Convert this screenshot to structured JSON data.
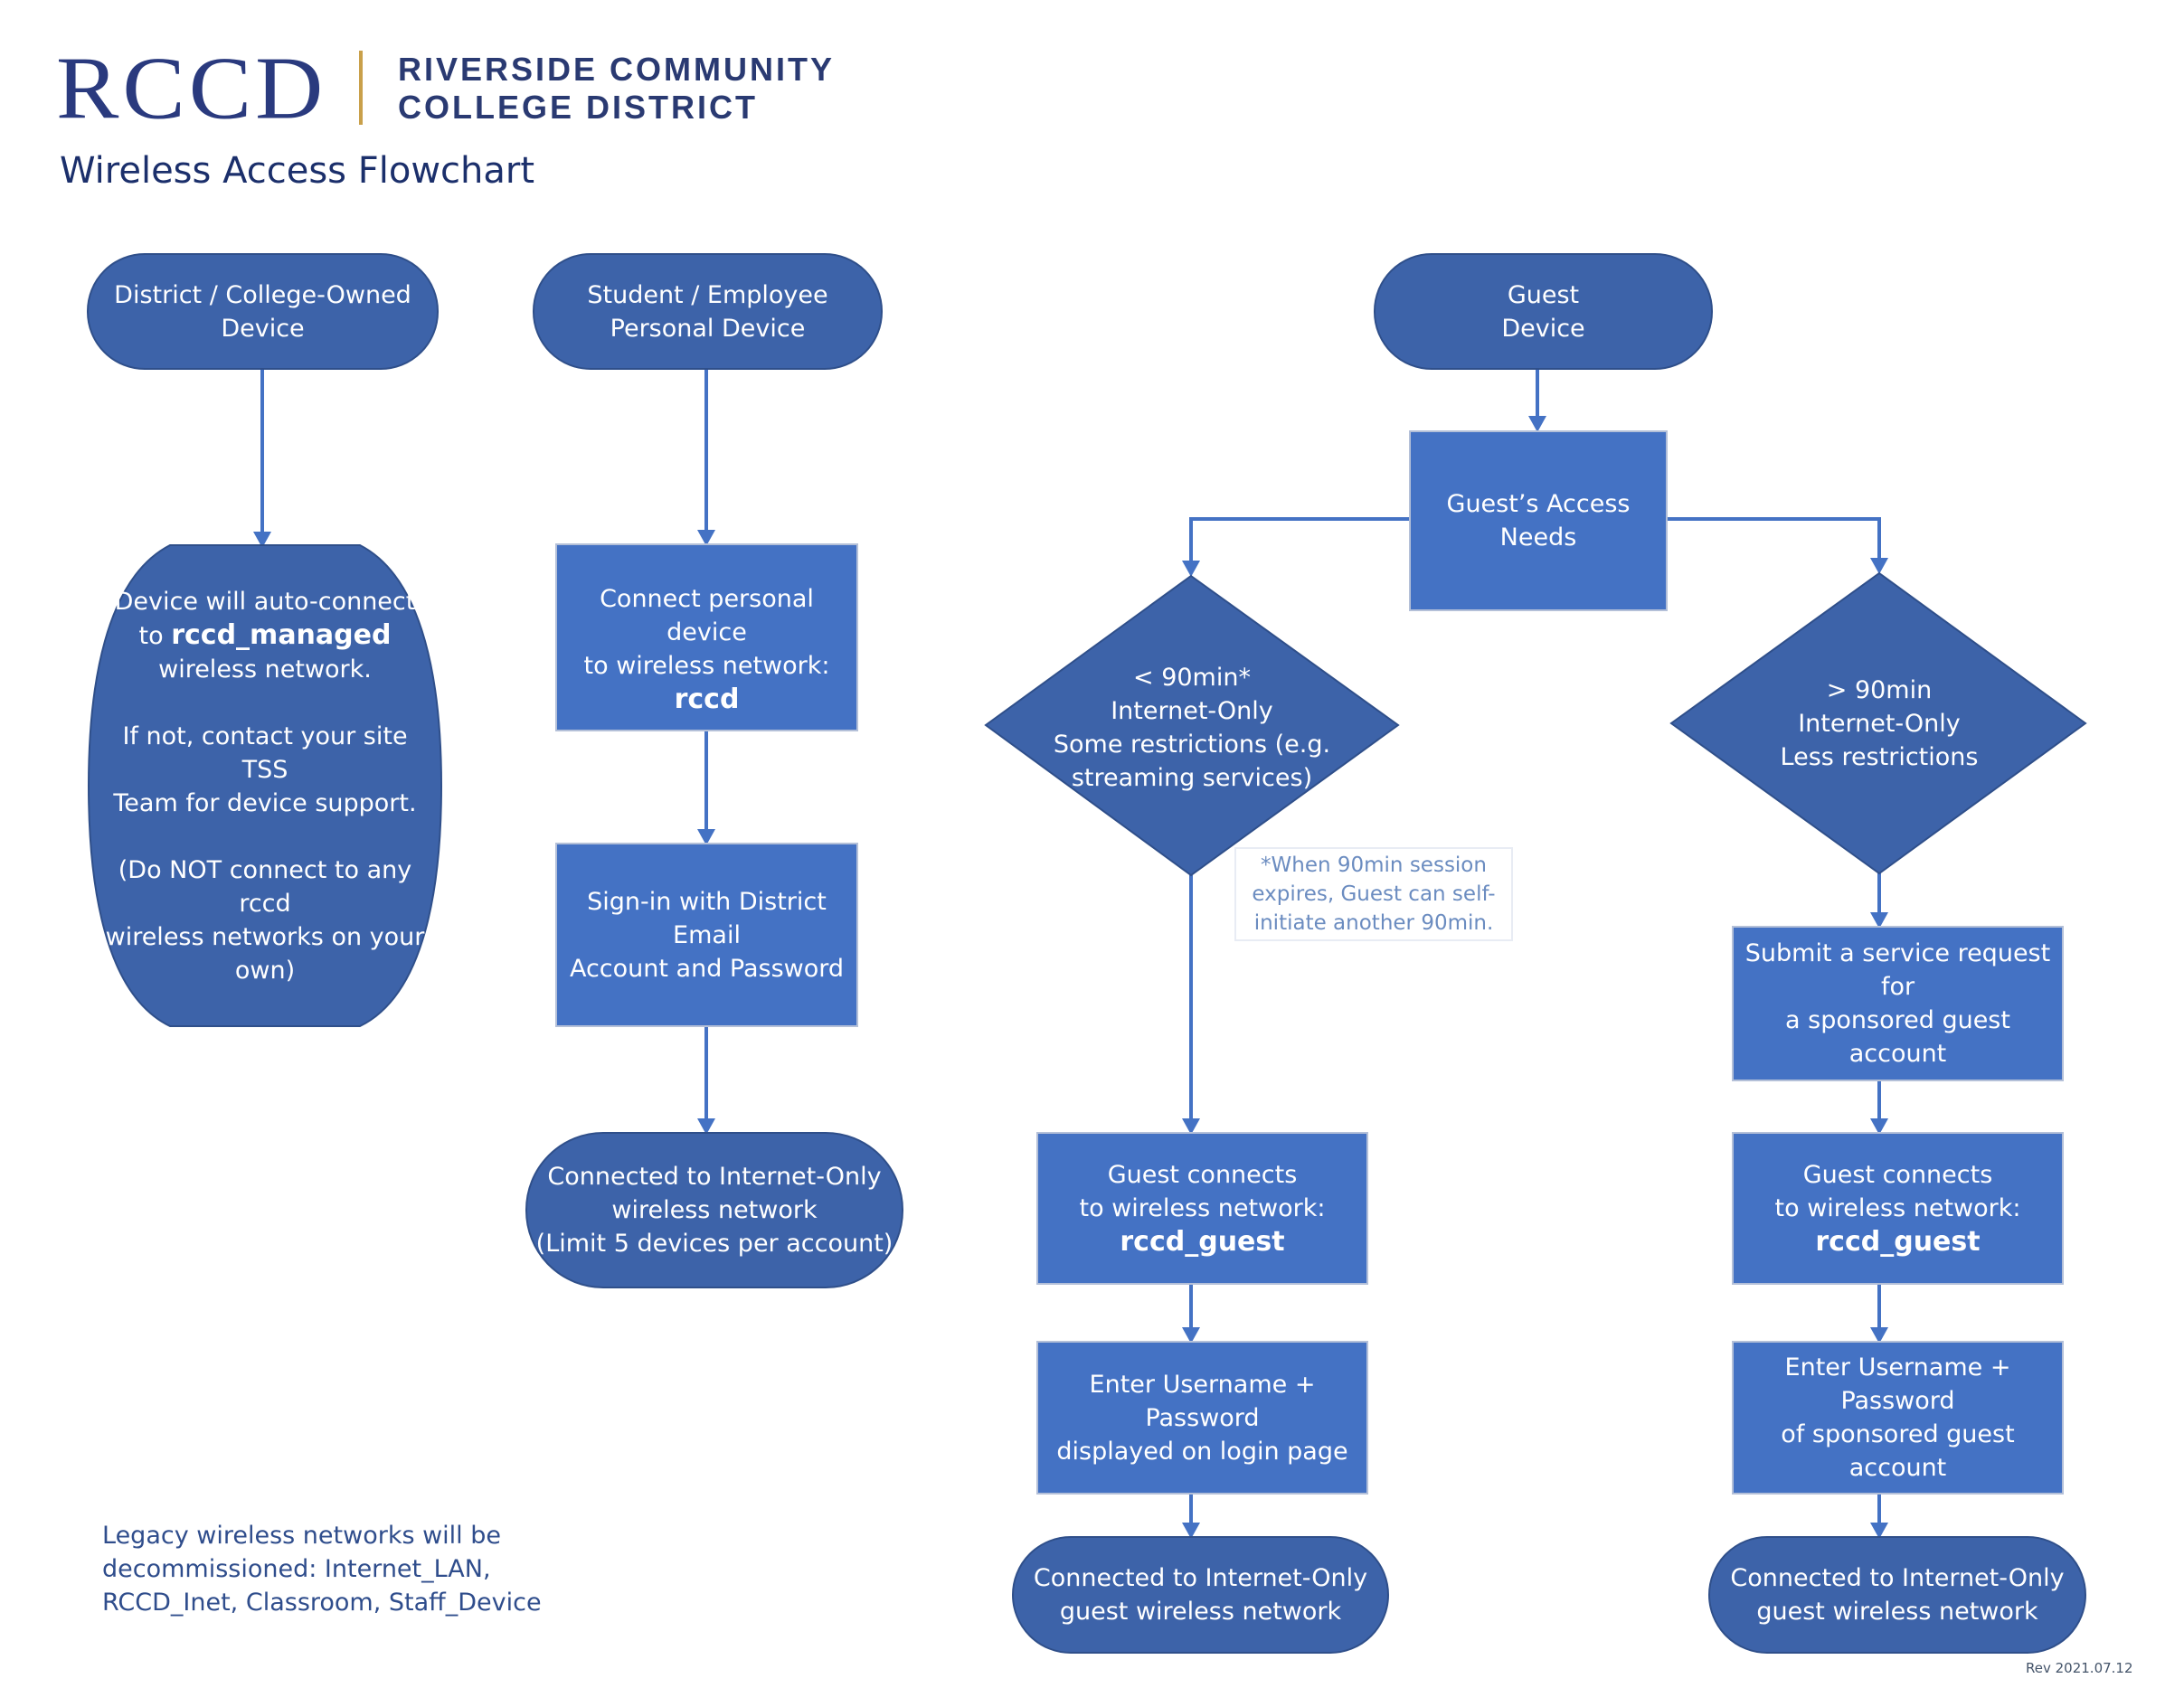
{
  "header": {
    "logo_mark": "RCCD",
    "org_name_line1": "RIVERSIDE COMMUNITY",
    "org_name_line2": "COLLEGE DISTRICT",
    "title": "Wireless Access Flowchart"
  },
  "colors": {
    "terminator_fill": "#3d63a9",
    "process_fill": "#4472c4",
    "connector": "#4472c4",
    "logo_navy": "#2a3a7e",
    "logo_gold": "#c9a04a",
    "footnote_text": "#6b8cc0",
    "note_text": "#2f4d8c"
  },
  "flow": {
    "owned": {
      "start": [
        "District / College-Owned",
        "Device"
      ],
      "result": {
        "line1": "Device will auto-connect",
        "line2_prefix": "to ",
        "line2_bold": "rccd_managed",
        "line3": "wireless network.",
        "line4": "If not, contact your site TSS",
        "line5": "Team for device support.",
        "line6": "(Do NOT connect to any rccd",
        "line7": "wireless networks on your",
        "line8": "own)"
      }
    },
    "personal": {
      "start": [
        "Student / Employee",
        "Personal Device"
      ],
      "step1": {
        "line1": "Connect personal device",
        "line2": "to wireless network:",
        "network": "rccd"
      },
      "step2": [
        "Sign-in with District Email",
        "Account and Password"
      ],
      "end": [
        "Connected to Internet-Only",
        "wireless network",
        "(Limit 5 devices per account)"
      ]
    },
    "guest": {
      "start": [
        "Guest",
        "Device"
      ],
      "decision_process": "Guest’s Access Needs",
      "short": {
        "decision": [
          "< 90min*",
          "Internet-Only",
          "Some restrictions (e.g.",
          "streaming services)"
        ],
        "footnote": [
          "*When 90min session",
          "expires, Guest can self-",
          "initiate another 90min."
        ],
        "connect": {
          "line1": "Guest connects",
          "line2": "to wireless network:",
          "network": "rccd_guest"
        },
        "login": [
          "Enter Username + Password",
          "displayed on login page"
        ],
        "end": [
          "Connected to Internet-Only",
          "guest wireless network"
        ]
      },
      "long": {
        "decision": [
          "> 90min",
          "Internet-Only",
          "Less restrictions"
        ],
        "request": [
          "Submit a service request for",
          "a sponsored guest account"
        ],
        "connect": {
          "line1": "Guest connects",
          "line2": "to wireless network:",
          "network": "rccd_guest"
        },
        "login": [
          "Enter Username + Password",
          "of sponsored guest account"
        ],
        "end": [
          "Connected to Internet-Only",
          "guest wireless network"
        ]
      }
    }
  },
  "legacy_note": [
    "Legacy wireless networks will be",
    "decommissioned: Internet_LAN,",
    "RCCD_Inet, Classroom, Staff_Device"
  ],
  "revision": "Rev 2021.07.12"
}
